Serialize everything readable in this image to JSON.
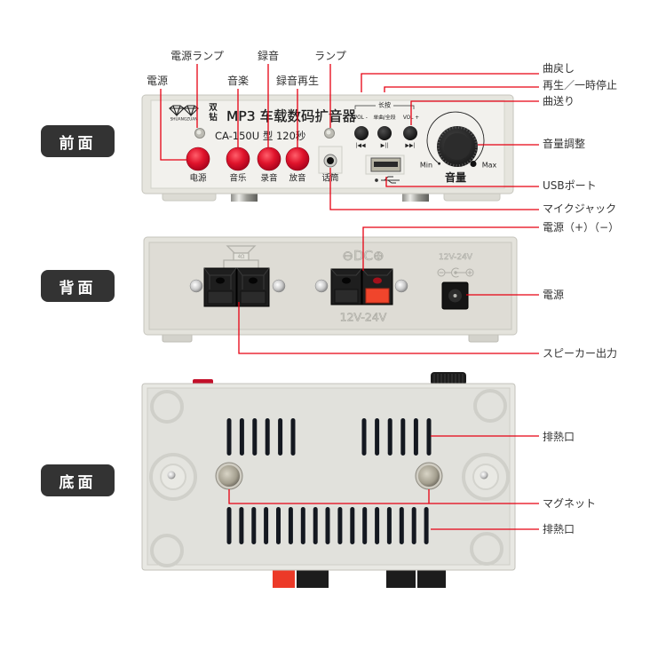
{
  "view_badges": {
    "front": "前面",
    "back": "背面",
    "bottom": "底面"
  },
  "callouts": {
    "front": {
      "power": "電源",
      "power_lamp": "電源ランプ",
      "music": "音楽",
      "record": "録音",
      "record_playback": "録音再生",
      "lamp": "ランプ",
      "previous_track": "曲戻し",
      "play_pause": "再生／一時停止",
      "next_track": "曲送り",
      "volume_adjust": "音量調整",
      "usb_port": "USBポート",
      "mic_jack": "マイクジャック"
    },
    "back": {
      "dc_terminal": "電源（+）（−）",
      "dc_jack": "電源",
      "speaker_output": "スピーカー出力"
    },
    "bottom": {
      "vent_upper": "排熱口",
      "magnet": "マグネット",
      "vent_lower": "排熱口"
    }
  },
  "device_front_panel": {
    "brand_latin": "SHUANGZUAN",
    "brand": "双钻",
    "product_name": "MP3 车载数码扩音器",
    "model": "CA-150U 型 120秒",
    "button_labels": {
      "power": "电源",
      "music": "音乐",
      "record": "录音",
      "playback": "放音",
      "mic": "话筒"
    },
    "long_press": "长按",
    "vol_minus": "VOL -",
    "mode": "单曲/全段",
    "vol_plus": "VOL +",
    "prev_symbol": "|◀◀",
    "play_pause_symbol": "▶||",
    "next_symbol": "▶▶|",
    "volume_min": "Min",
    "volume_max": "Max",
    "volume_label": "音量"
  },
  "device_back_panel": {
    "speaker_impedance": "4Ω",
    "dc_terminal_label": "⊖DC⊕",
    "dc_terminal_voltage": "12V-24V",
    "dc_jack_voltage": "12V-24V"
  },
  "colors": {
    "callout_line": "#e60012",
    "badge_bg": "#333333",
    "label_text": "#333333",
    "button_red": "#e0142c",
    "casing": "#e6e5de"
  }
}
